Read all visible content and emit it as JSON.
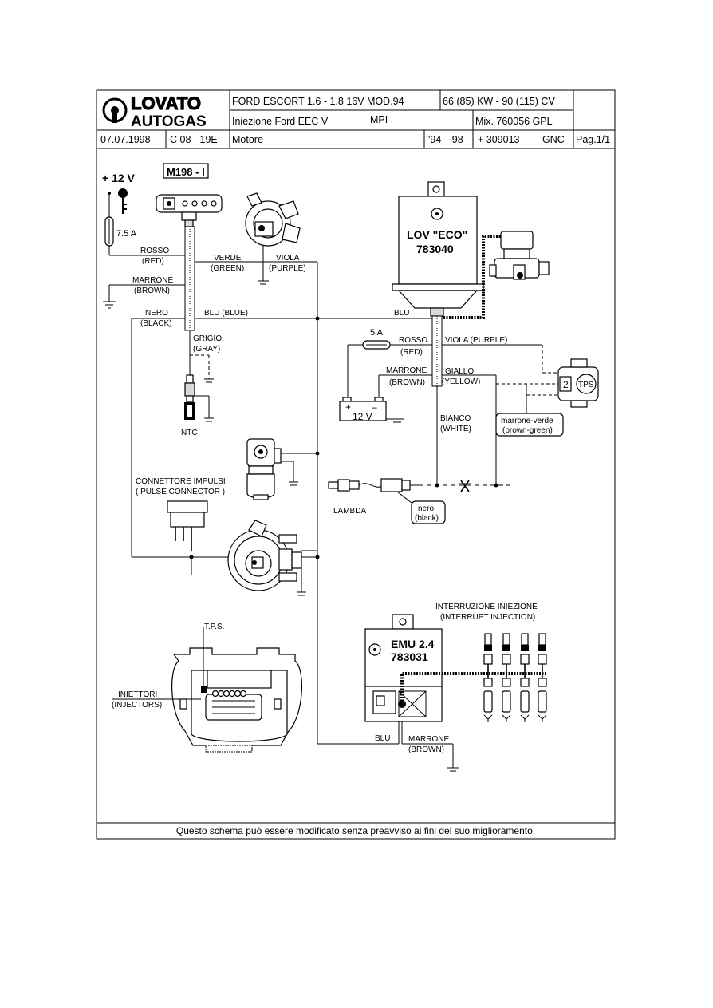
{
  "header": {
    "brand_line1": "LOVATO",
    "brand_line2": "AUTOGAS",
    "model": "FORD ESCORT  1.6 - 1.8  16V  MOD.94",
    "power": "66 (85) KW - 90 (115) CV",
    "injection": "Iniezione Ford  EEC  V",
    "injection_type": "MPI",
    "mix": "Mix. 760056  GPL",
    "date": "07.07.1998",
    "code": "C 08 - 19E",
    "section": "Motore",
    "years": "'94 - '98",
    "part_number": "+ 309013",
    "fuel": "GNC",
    "page": "Pag.1/1"
  },
  "labels": {
    "plus12v": "+ 12 V",
    "m198": "M198 - I",
    "fuse_75a": "7.5 A",
    "rosso": "ROSSO",
    "red": "(RED)",
    "verde": "VERDE",
    "green": "(GREEN)",
    "viola": "VIOLA",
    "purple": "(PURPLE)",
    "marrone": "MARRONE",
    "brown": "(BROWN)",
    "nero": "NERO",
    "black": "(BLACK)",
    "blu_blue": "BLU (BLUE)",
    "blu": "BLU",
    "grigio": "GRIGIO",
    "gray": "(GRAY)",
    "ntc": "NTC",
    "lov_eco": "LOV \"ECO\"",
    "lov_code": "783040",
    "fuse_5a": "5 A",
    "rosso2": "ROSSO",
    "red2": "(RED)",
    "viola_purple": "VIOLA (PURPLE)",
    "marrone2": "MARRONE",
    "brown2": "(BROWN)",
    "giallo": "GIALLO",
    "yellow": "(YELLOW)",
    "battery_plus": "+",
    "battery_minus": "–",
    "battery_12v": "12 V",
    "tps_pin": "2",
    "tps": "TPS",
    "marrone_verde": "marrone-verde",
    "brown_green": "(brown-green)",
    "bianco": "BIANCO",
    "white": "(WHITE)",
    "connettore": "CONNETTORE IMPULSI",
    "pulse_connector": "( PULSE CONNECTOR )",
    "lambda": "LAMBDA",
    "nero_small": "nero",
    "black_small": "(black)",
    "interruzione": "INTERRUZIONE INIEZIONE",
    "interrupt": "(INTERRUPT INJECTION)",
    "tps_dot": "T.P.S.",
    "iniettori": "INIETTORI",
    "injectors": "(INJECTORS)",
    "emu": "EMU 2.4",
    "emu_code": "783031",
    "blu_bottom": "BLU",
    "marrone_bottom": "MARRONE",
    "brown_bottom": "(BROWN)"
  },
  "footer": {
    "note": "Questo schema può essere modificato senza preavviso ai fini del suo miglioramento."
  }
}
